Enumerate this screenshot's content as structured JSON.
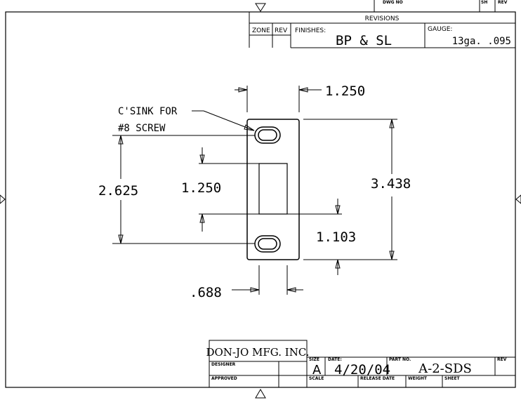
{
  "top_strip": {
    "dwg_no_label": "DWG NO",
    "sh_label": "SH",
    "rev_label": "REV"
  },
  "revisions": {
    "title": "REVISIONS",
    "zone_label": "ZONE",
    "rev_label": "REV",
    "finishes_label": "FINISHES:",
    "finishes_value": "BP & SL",
    "gauge_label": "GAUGE:",
    "gauge_value": "13ga. .095"
  },
  "dimensions": {
    "top_width": "1.250",
    "overall_height": "3.438",
    "hole_spacing": "2.625",
    "cutout_height": "1.250",
    "cutout_to_bottom": "1.103",
    "cutout_width": ".688"
  },
  "callout": {
    "line1": "C'SINK FOR",
    "line2": "#8 SCREW"
  },
  "title_block": {
    "company": "DON-JO MFG. INC.",
    "designer_label": "DESIGNER",
    "approved_label": "APPROVED",
    "size_label": "SIZE",
    "size_value": "A",
    "date_label": "DATE:",
    "date_value": "4/20/04",
    "part_no_label": "PART NO.",
    "part_no_value": "A-2-SDS",
    "rev_label": "REV",
    "scale_label": "SCALE",
    "release_date_label": "RELEASE DATE",
    "weight_label": "WEIGHT",
    "sheet_label": "SHEET"
  }
}
